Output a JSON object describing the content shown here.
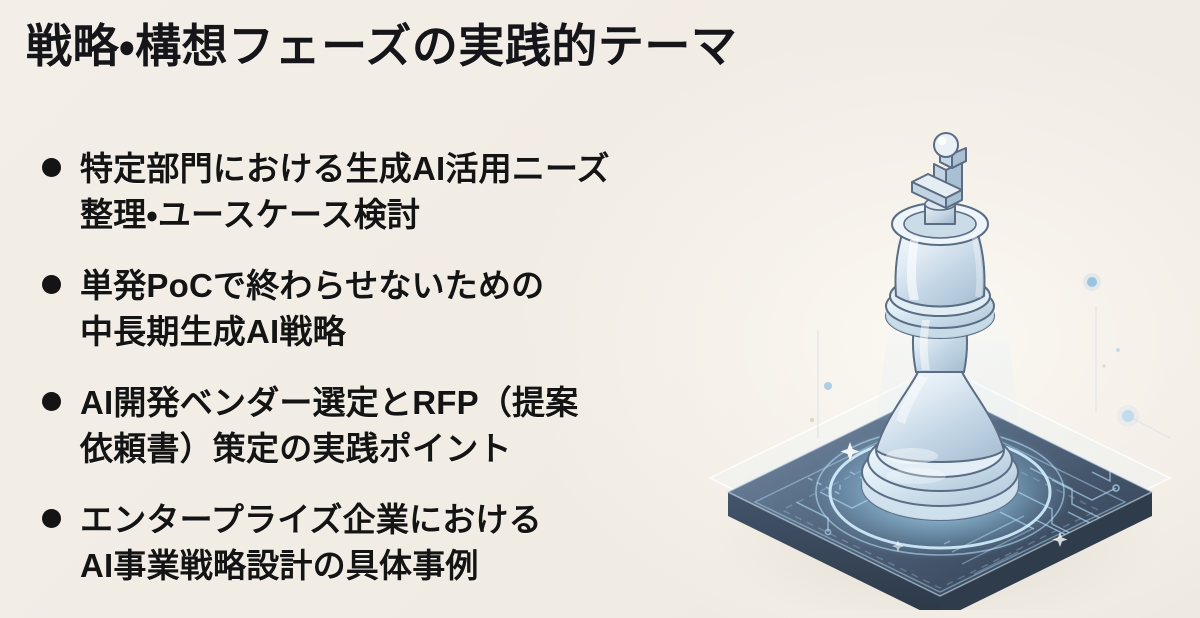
{
  "slide": {
    "title": "戦略・構想フェーズの実践的テーマ",
    "background_color": "#f1ede6",
    "text_color": "#141414",
    "bullets": [
      {
        "marker": "filled-circle",
        "line1": "特定部門における生成AI活用ニーズ",
        "line2": "整理・ユースケース検討"
      },
      {
        "marker": "filled-circle",
        "line1": "単発PoCで終わらせないための",
        "line2": "中長期生成AI戦略"
      },
      {
        "marker": "filled-circle",
        "line1": "AI開発ベンダー選定とRFP（提案",
        "line2": "依頼書）策定の実践ポイント"
      },
      {
        "marker": "filled-circle",
        "line1": "エンタープライズ企業における",
        "line2": "AI事業戦略設計の具体事例"
      }
    ]
  },
  "illustration": {
    "name": "glass-chess-king-on-tech-platform",
    "description": "ガラス製のチェスキングが回路基板風の台座の上に立つアイソメトリック図",
    "colors": {
      "platform_dark": "#39485c",
      "platform_light": "#6d829a",
      "glass_light": "#eaf2f8",
      "glass_mid": "#c3d5e4",
      "glass_shadow": "#9fb4c7",
      "outline": "#5b6d84",
      "glow_cyan": "#bfe8ff",
      "circuit_trace": "#a9cfe8",
      "particle": "#7fb4dc"
    }
  }
}
